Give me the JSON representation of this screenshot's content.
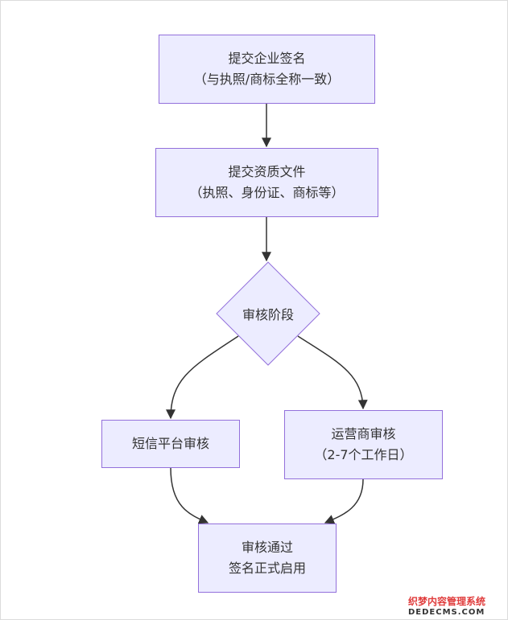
{
  "nodes": {
    "submit_signature": {
      "line1": "提交企业签名",
      "line2": "（与执照/商标全称一致）"
    },
    "submit_documents": {
      "line1": "提交资质文件",
      "line2": "（执照、身份证、商标等）"
    },
    "review_stage": {
      "label": "审核阶段"
    },
    "platform_review": {
      "label": "短信平台审核"
    },
    "carrier_review": {
      "line1": "运营商审核",
      "line2": "（2-7个工作日）"
    },
    "approved": {
      "line1": "审核通过",
      "line2": "签名正式启用"
    }
  },
  "colors": {
    "node_fill": "#ececff",
    "node_border": "#9370db",
    "edge": "#333333",
    "text": "#333333"
  },
  "watermark": {
    "cn": "织梦内容管理系统",
    "en": "DEDECMS.COM"
  }
}
